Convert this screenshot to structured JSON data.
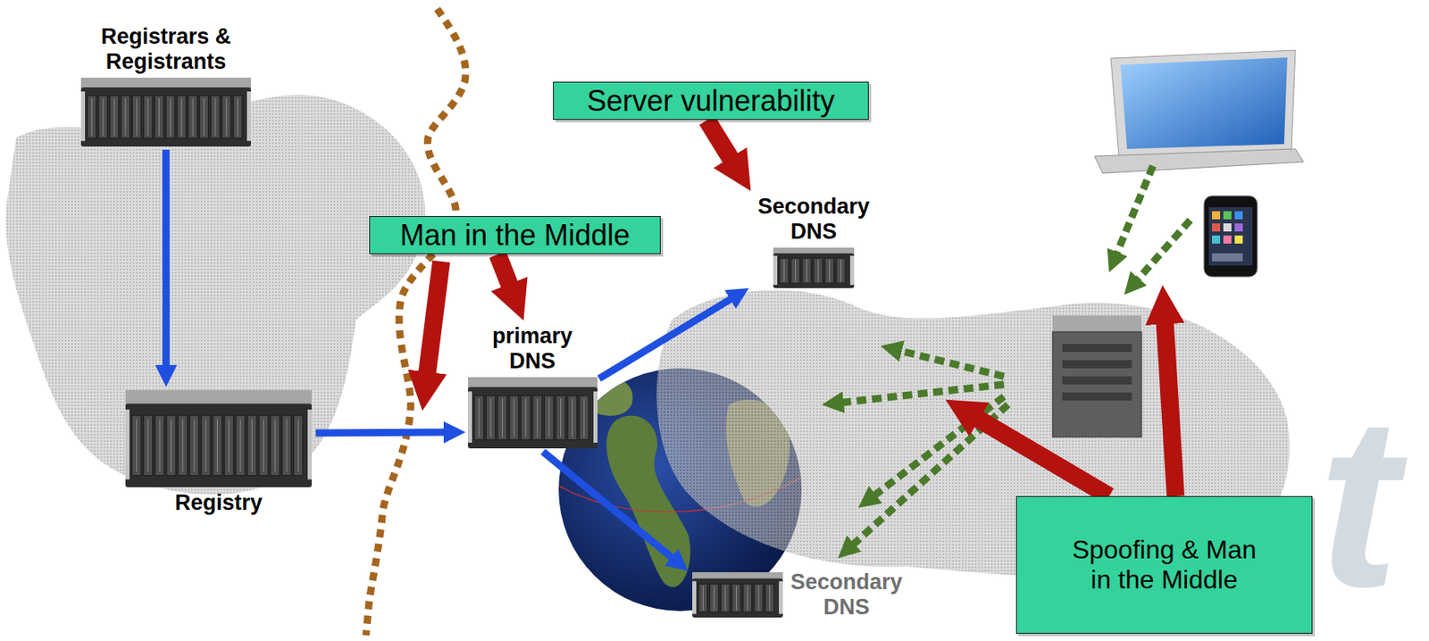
{
  "diagram": {
    "nodes": [
      {
        "text": [
          "Registrars & Registrants"
        ]
      },
      {
        "text": [
          "Server vulnerability"
        ]
      },
      {
        "text": [
          "Secondary DNS"
        ]
      },
      {
        "text": [
          "Man in the Middle"
        ]
      },
      {
        "text": [
          "primary DNS"
        ]
      },
      {
        "text": [
          "Registry"
        ]
      },
      {
        "text": [
          "Spoofing & Man in the Middle"
        ]
      },
      {
        "text": [
          "Secondary DNS"
        ]
      }
    ],
    "edges": [
      {
        "from": 0,
        "to": 5,
        "arrow": "to"
      },
      {
        "from": 5,
        "to": 4,
        "arrow": "to"
      },
      {
        "from": 4,
        "to": 2,
        "arrow": "to"
      },
      {
        "from": 4,
        "to": 7,
        "arrow": "to"
      },
      {
        "from": 1,
        "to": 2,
        "arrow": "to"
      },
      {
        "from": 3,
        "to": 4,
        "arrow": "to"
      }
    ],
    "labels": [
      "t"
    ]
  }
}
